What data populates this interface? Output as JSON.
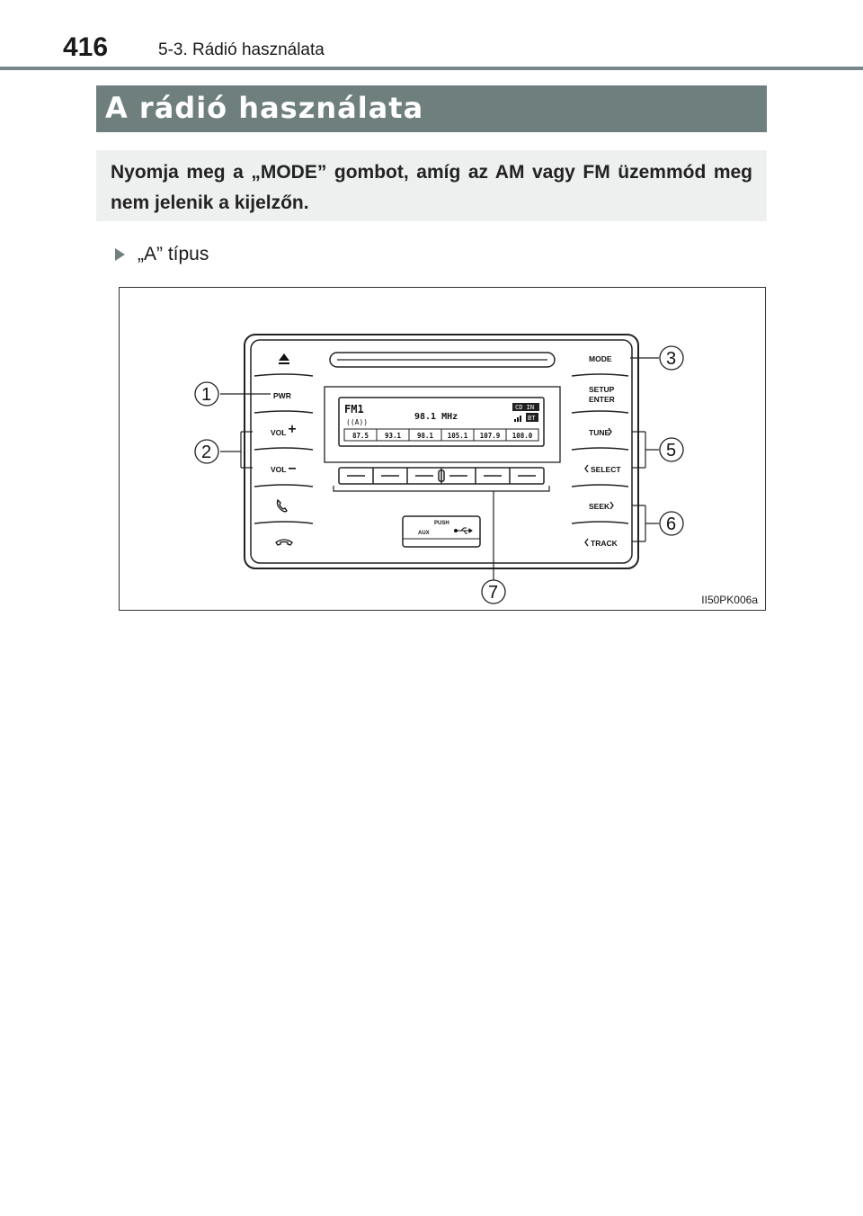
{
  "header": {
    "page_number": "416",
    "chapter": "5-3. Rádió használata"
  },
  "section": {
    "title": "A rádió használata"
  },
  "instruction": {
    "text": "Nyomja meg a „MODE” gombot, amíg az AM vagy FM üzemmód meg nem jelenik a kijelzőn."
  },
  "type_label": "„A” típus",
  "figure": {
    "code": "II50PK006a",
    "left_buttons": {
      "pwr": "PWR",
      "vol_plus": "VOL",
      "vol_minus": "VOL"
    },
    "right_buttons": {
      "mode": "MODE",
      "setup": "SETUP",
      "enter": "ENTER",
      "tune": "TUNE",
      "select": "SELECT",
      "seek": "SEEK",
      "track": "TRACK"
    },
    "aux_panel": {
      "push": "PUSH",
      "aux": "AUX"
    },
    "display": {
      "band": "FM1",
      "frequency": "98.1  MHz",
      "cd_in": "CD IN",
      "bt": "BT",
      "presets": [
        "87.5",
        "93.1",
        "98.1",
        "105.1",
        "107.9",
        "108.0"
      ]
    },
    "callouts": [
      "1",
      "2",
      "3",
      "5",
      "6",
      "7"
    ]
  }
}
